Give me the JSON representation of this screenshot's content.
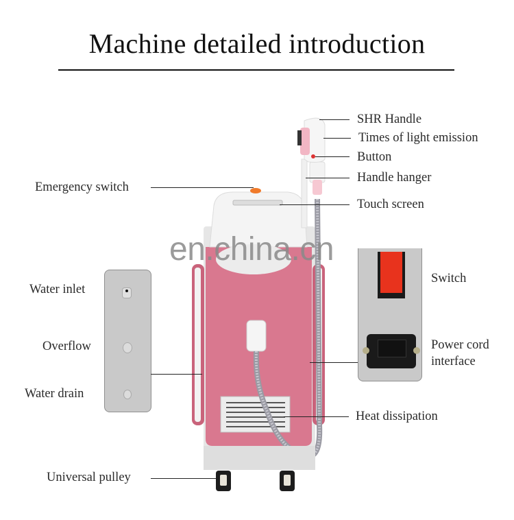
{
  "title": "Machine detailed introduction",
  "watermark": "en.china.cn",
  "colors": {
    "body_pink": "#d9788f",
    "panel_gray": "#c9c9c9",
    "switch_red": "#e8331d",
    "text": "#2a2a2a"
  },
  "labels": {
    "shr_handle": "SHR Handle",
    "times_light": "Times of light emission",
    "button": "Button",
    "handle_hanger": "Handle hanger",
    "touch_screen": "Touch screen",
    "emergency_switch": "Emergency switch",
    "water_inlet": "Water inlet",
    "overflow": "Overflow",
    "water_drain": "Water drain",
    "switch": "Switch",
    "power_cord_1": "Power cord",
    "power_cord_2": "interface",
    "heat_dissipation": "Heat dissipation",
    "universal_pulley": "Universal pulley"
  }
}
